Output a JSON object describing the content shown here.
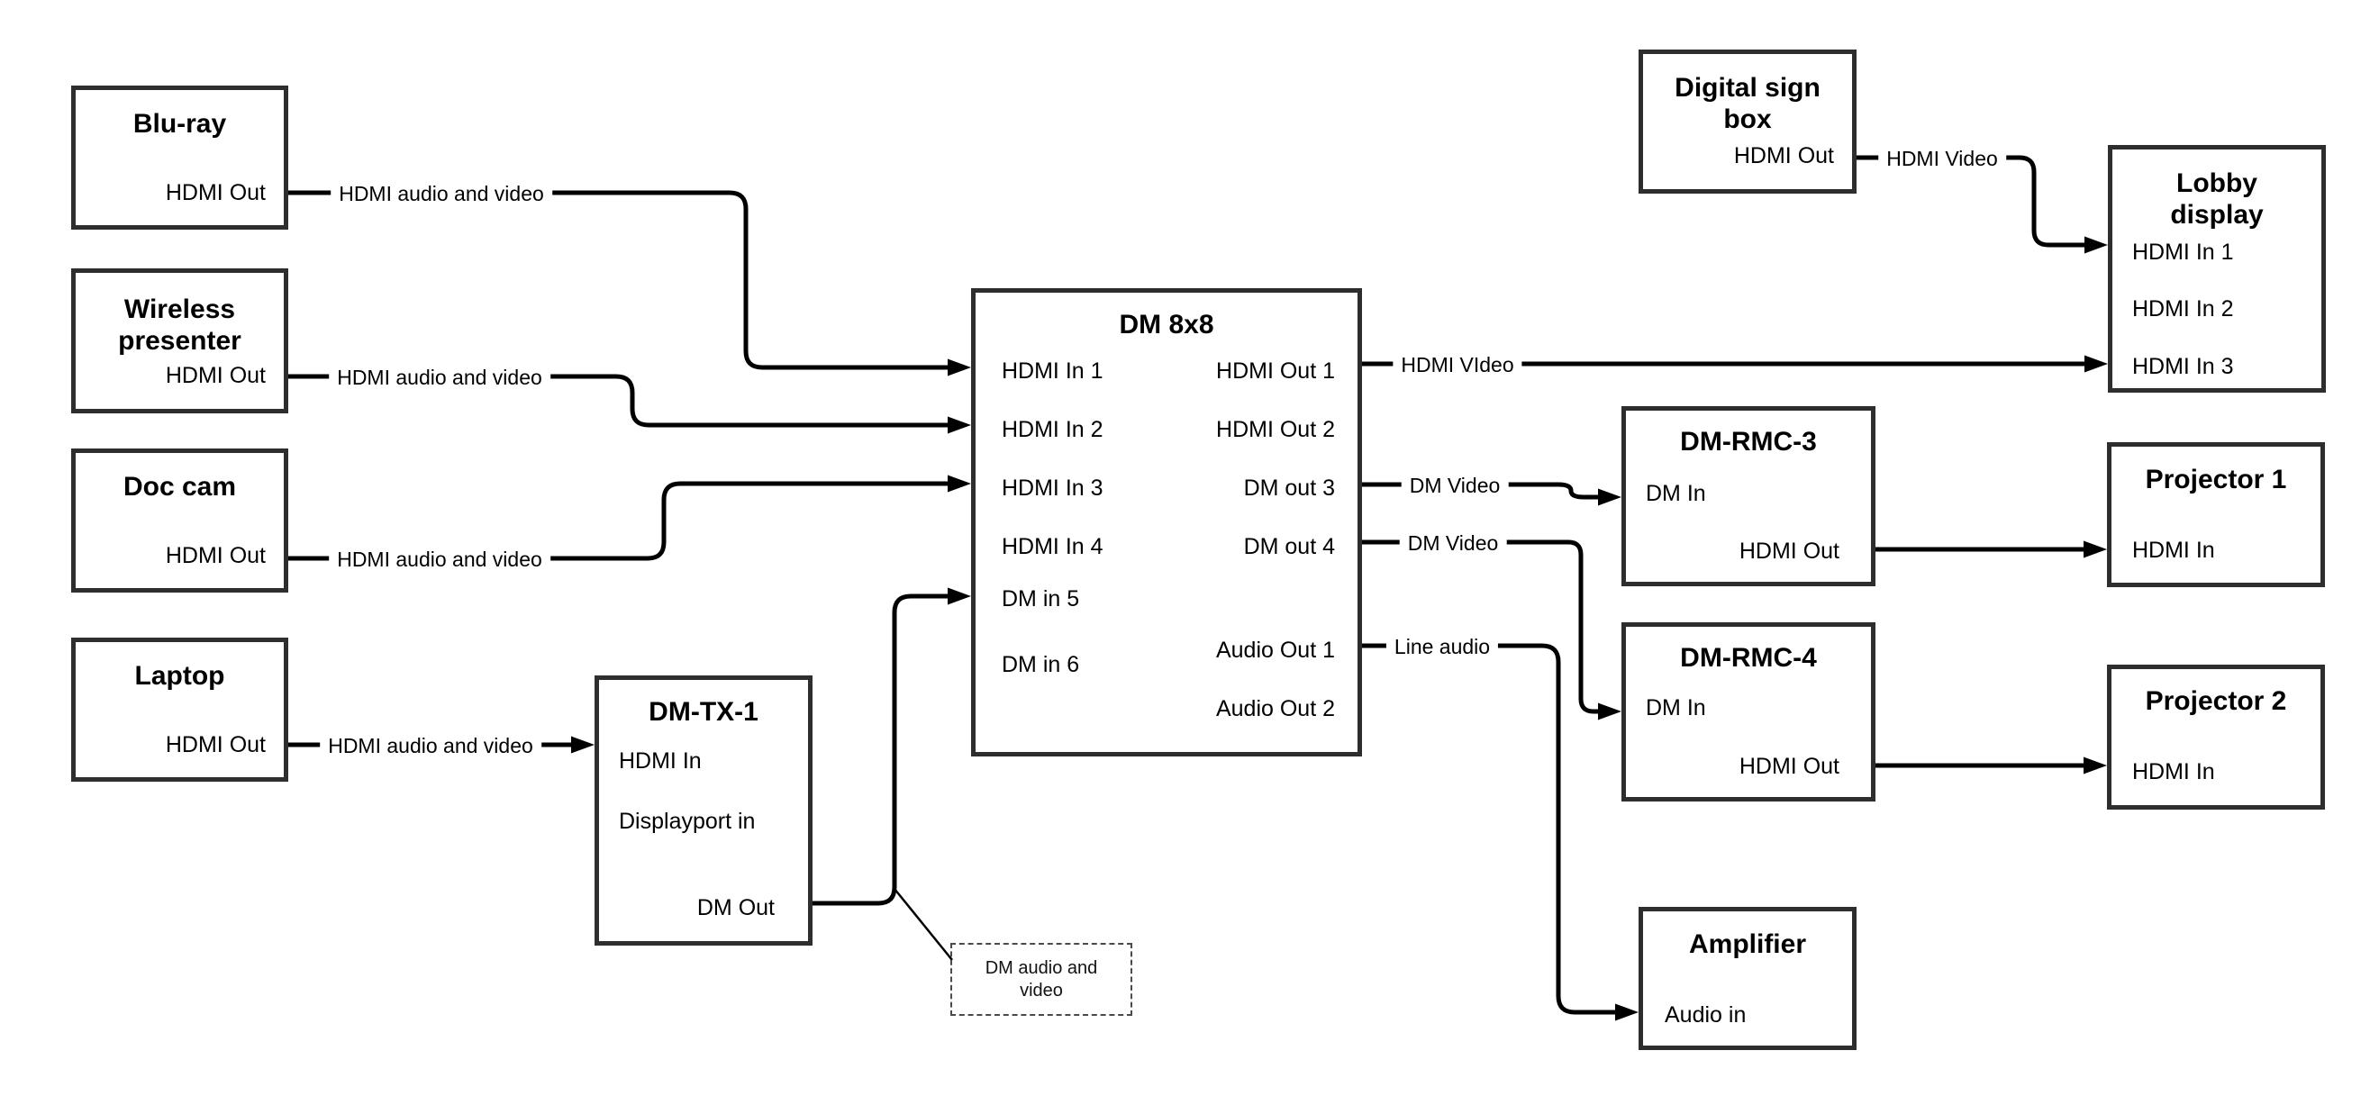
{
  "nodes": {
    "bluray": {
      "title": "Blu-ray",
      "port_out": "HDMI Out"
    },
    "wireless": {
      "title": "Wireless presenter",
      "port_out": "HDMI Out"
    },
    "doccam": {
      "title": "Doc cam",
      "port_out": "HDMI Out"
    },
    "laptop": {
      "title": "Laptop",
      "port_out": "HDMI Out"
    },
    "dmtx1": {
      "title": "DM-TX-1",
      "port_in1": "HDMI In",
      "port_in2": "Displayport in",
      "port_out": "DM Out"
    },
    "dm8x8": {
      "title": "DM 8x8",
      "inputs": [
        "HDMI In 1",
        "HDMI In 2",
        "HDMI In 3",
        "HDMI In 4",
        "DM in 5",
        "DM in 6"
      ],
      "outputs": [
        "HDMI Out 1",
        "HDMI Out 2",
        "DM out 3",
        "DM out 4",
        "Audio Out 1",
        "Audio Out 2"
      ]
    },
    "digital_sign": {
      "title": "Digital sign box",
      "port_out": "HDMI Out"
    },
    "lobby": {
      "title": "Lobby display",
      "inputs": [
        "HDMI In 1",
        "HDMI In 2",
        "HDMI In 3"
      ]
    },
    "dmrmc3": {
      "title": "DM-RMC-3",
      "port_in": "DM In",
      "port_out": "HDMI Out"
    },
    "projector1": {
      "title": "Projector 1",
      "port_in": "HDMI In"
    },
    "dmrmc4": {
      "title": "DM-RMC-4",
      "port_in": "DM In",
      "port_out": "HDMI Out"
    },
    "projector2": {
      "title": "Projector 2",
      "port_in": "HDMI In"
    },
    "amplifier": {
      "title": "Amplifier",
      "port_in": "Audio in"
    }
  },
  "edge_labels": {
    "bluray_dm": "HDMI audio and video",
    "wireless_dm": "HDMI audio and video",
    "doccam_dm": "HDMI audio and video",
    "laptop_tx": "HDMI audio and video",
    "hdmi_out1": "HDMI VIdeo",
    "dm_out3": "DM Video",
    "dm_out4": "DM Video",
    "audio_out1": "Line audio",
    "sign_lobby": "HDMI Video",
    "callout": "DM audio and video"
  },
  "colors": {
    "line": "#000000",
    "border": "#2e2e2e",
    "background": "#ffffff"
  }
}
